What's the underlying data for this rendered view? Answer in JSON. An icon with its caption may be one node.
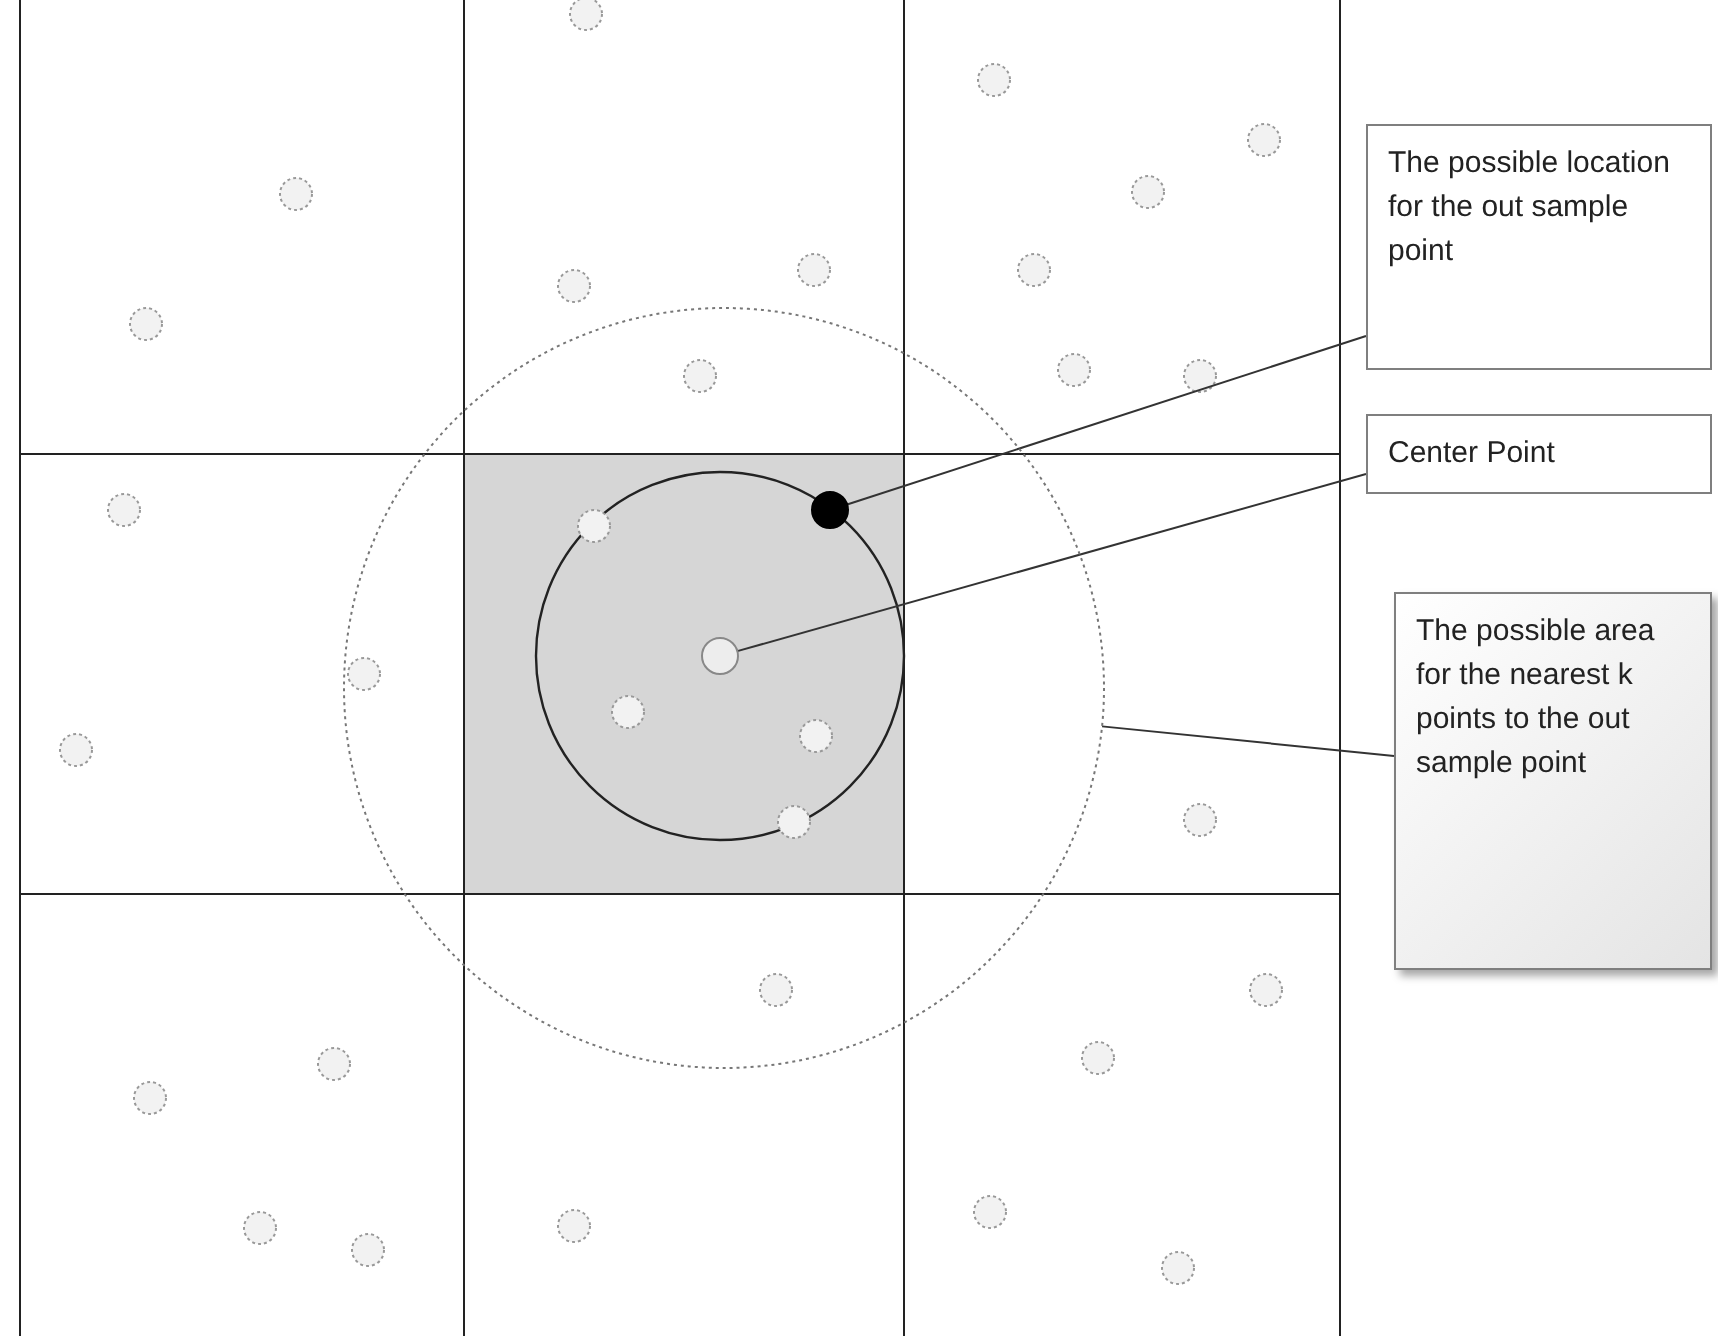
{
  "diagram": {
    "nodes": [
      {
        "text": [
          "The possible location for the out sample point"
        ]
      },
      {
        "text": [
          "Center Point"
        ]
      },
      {
        "text": [
          "The possible area for the nearest k points to the out sample point"
        ]
      },
      {
        "text": [],
        "shape": "circle",
        "in": 5
      },
      {
        "text": [],
        "shape": "circle",
        "in": 5
      },
      {
        "text": [],
        "shape": "circle"
      }
    ],
    "edges": [
      {
        "from": 0,
        "to": 3,
        "arrow": "none"
      },
      {
        "from": 1,
        "to": 4,
        "arrow": "none"
      },
      {
        "from": 2,
        "to": 5,
        "arrow": "none"
      }
    ]
  }
}
